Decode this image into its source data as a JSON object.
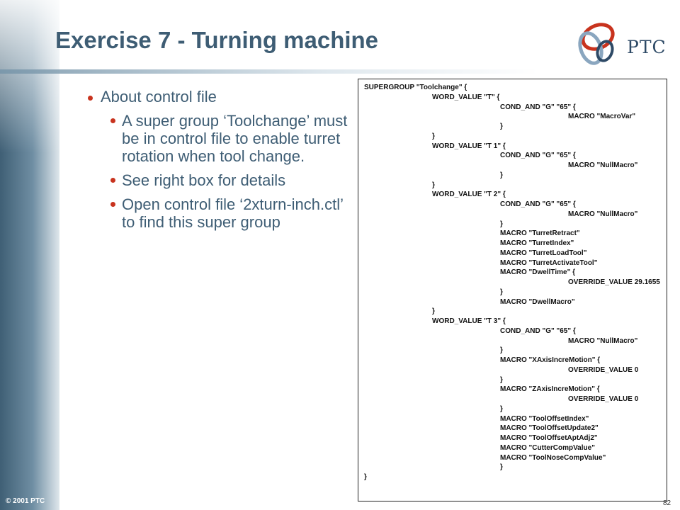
{
  "slide": {
    "title": "Exercise 7 - Turning machine",
    "logo_text": "PTC",
    "copyright": "© 2001 PTC",
    "page_number": "82",
    "colors": {
      "title": "#3e5d74",
      "bullet": "#c8331e",
      "sidebar": "#4a6a80"
    }
  },
  "bullets": {
    "heading": "About control file",
    "items": [
      "A super group ‘Toolchange’ must be in control file to enable turret rotation when tool change.",
      "See right box for details",
      "Open control file ‘2xturn-inch.ctl’ to find this super group"
    ]
  },
  "code_lines": [
    {
      "indent": 0,
      "text": "SUPERGROUP \"Toolchange\" {"
    },
    {
      "indent": 1,
      "text": "WORD_VALUE \"T\" {"
    },
    {
      "indent": 2,
      "text": "COND_AND \"G\" \"65\" {"
    },
    {
      "indent": 3,
      "text": "MACRO \"MacroVar\""
    },
    {
      "indent": 2,
      "text": "}"
    },
    {
      "indent": 1,
      "text": "}"
    },
    {
      "indent": 1,
      "text": "WORD_VALUE \"T 1\" {"
    },
    {
      "indent": 2,
      "text": "COND_AND \"G\" \"65\" {"
    },
    {
      "indent": 3,
      "text": "MACRO \"NullMacro\""
    },
    {
      "indent": 2,
      "text": "}"
    },
    {
      "indent": 1,
      "text": "}"
    },
    {
      "indent": 1,
      "text": "WORD_VALUE \"T 2\" {"
    },
    {
      "indent": 2,
      "text": "COND_AND \"G\" \"65\" {"
    },
    {
      "indent": 3,
      "text": "MACRO \"NullMacro\""
    },
    {
      "indent": 2,
      "text": "}"
    },
    {
      "indent": 2,
      "text": "MACRO \"TurretRetract\""
    },
    {
      "indent": 2,
      "text": "MACRO \"TurretIndex\""
    },
    {
      "indent": 2,
      "text": "MACRO \"TurretLoadTool\""
    },
    {
      "indent": 2,
      "text": "MACRO \"TurretActivateTool\""
    },
    {
      "indent": 2,
      "text": "MACRO \"DwellTime\" {"
    },
    {
      "indent": 3,
      "text": "OVERRIDE_VALUE 29.1655"
    },
    {
      "indent": 2,
      "text": "}"
    },
    {
      "indent": 2,
      "text": "MACRO \"DwellMacro\""
    },
    {
      "indent": 1,
      "text": "}"
    },
    {
      "indent": 1,
      "text": "WORD_VALUE \"T 3\" {"
    },
    {
      "indent": 2,
      "text": "COND_AND \"G\" \"65\" {"
    },
    {
      "indent": 3,
      "text": "MACRO \"NullMacro\""
    },
    {
      "indent": 2,
      "text": "}"
    },
    {
      "indent": 2,
      "text": "MACRO \"XAxisIncreMotion\" {"
    },
    {
      "indent": 3,
      "text": "OVERRIDE_VALUE 0"
    },
    {
      "indent": 2,
      "text": "}"
    },
    {
      "indent": 2,
      "text": "MACRO \"ZAxisIncreMotion\" {"
    },
    {
      "indent": 3,
      "text": "OVERRIDE_VALUE 0"
    },
    {
      "indent": 2,
      "text": "}"
    },
    {
      "indent": 2,
      "text": "MACRO \"ToolOffsetIndex\""
    },
    {
      "indent": 2,
      "text": "MACRO \"ToolOffsetUpdate2\""
    },
    {
      "indent": 2,
      "text": "MACRO \"ToolOffsetAptAdj2\""
    },
    {
      "indent": 2,
      "text": "MACRO \"CutterCompValue\""
    },
    {
      "indent": 2,
      "text": "MACRO \"ToolNoseCompValue\""
    },
    {
      "indent": 2,
      "text": "}"
    },
    {
      "indent": 0,
      "text": "}"
    }
  ]
}
